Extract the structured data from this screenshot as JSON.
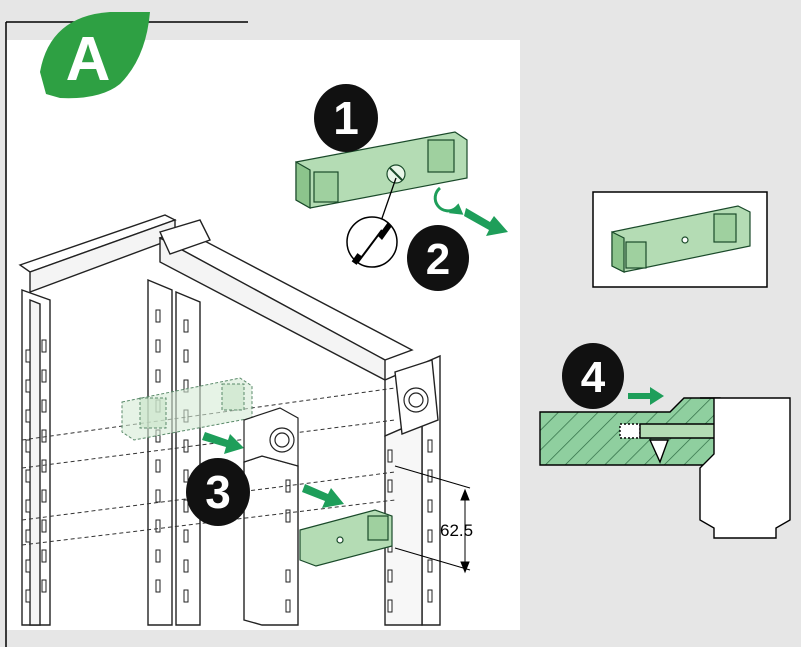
{
  "section_badge": {
    "label": "A",
    "color": "#2ea043"
  },
  "steps": [
    {
      "label": "1"
    },
    {
      "label": "2"
    },
    {
      "label": "3"
    },
    {
      "label": "4"
    }
  ],
  "dimension_label": "62.5",
  "colors": {
    "panel_gray": "#e6e6e6",
    "part_green": "#b4dcb4",
    "part_green_dark": "#2a8a4a",
    "arrow_green": "#1e9e5a",
    "badge_black": "#111111",
    "section_green": "#8fcf9f"
  },
  "icons": [
    "screwdriver-icon",
    "rotate-icon"
  ]
}
